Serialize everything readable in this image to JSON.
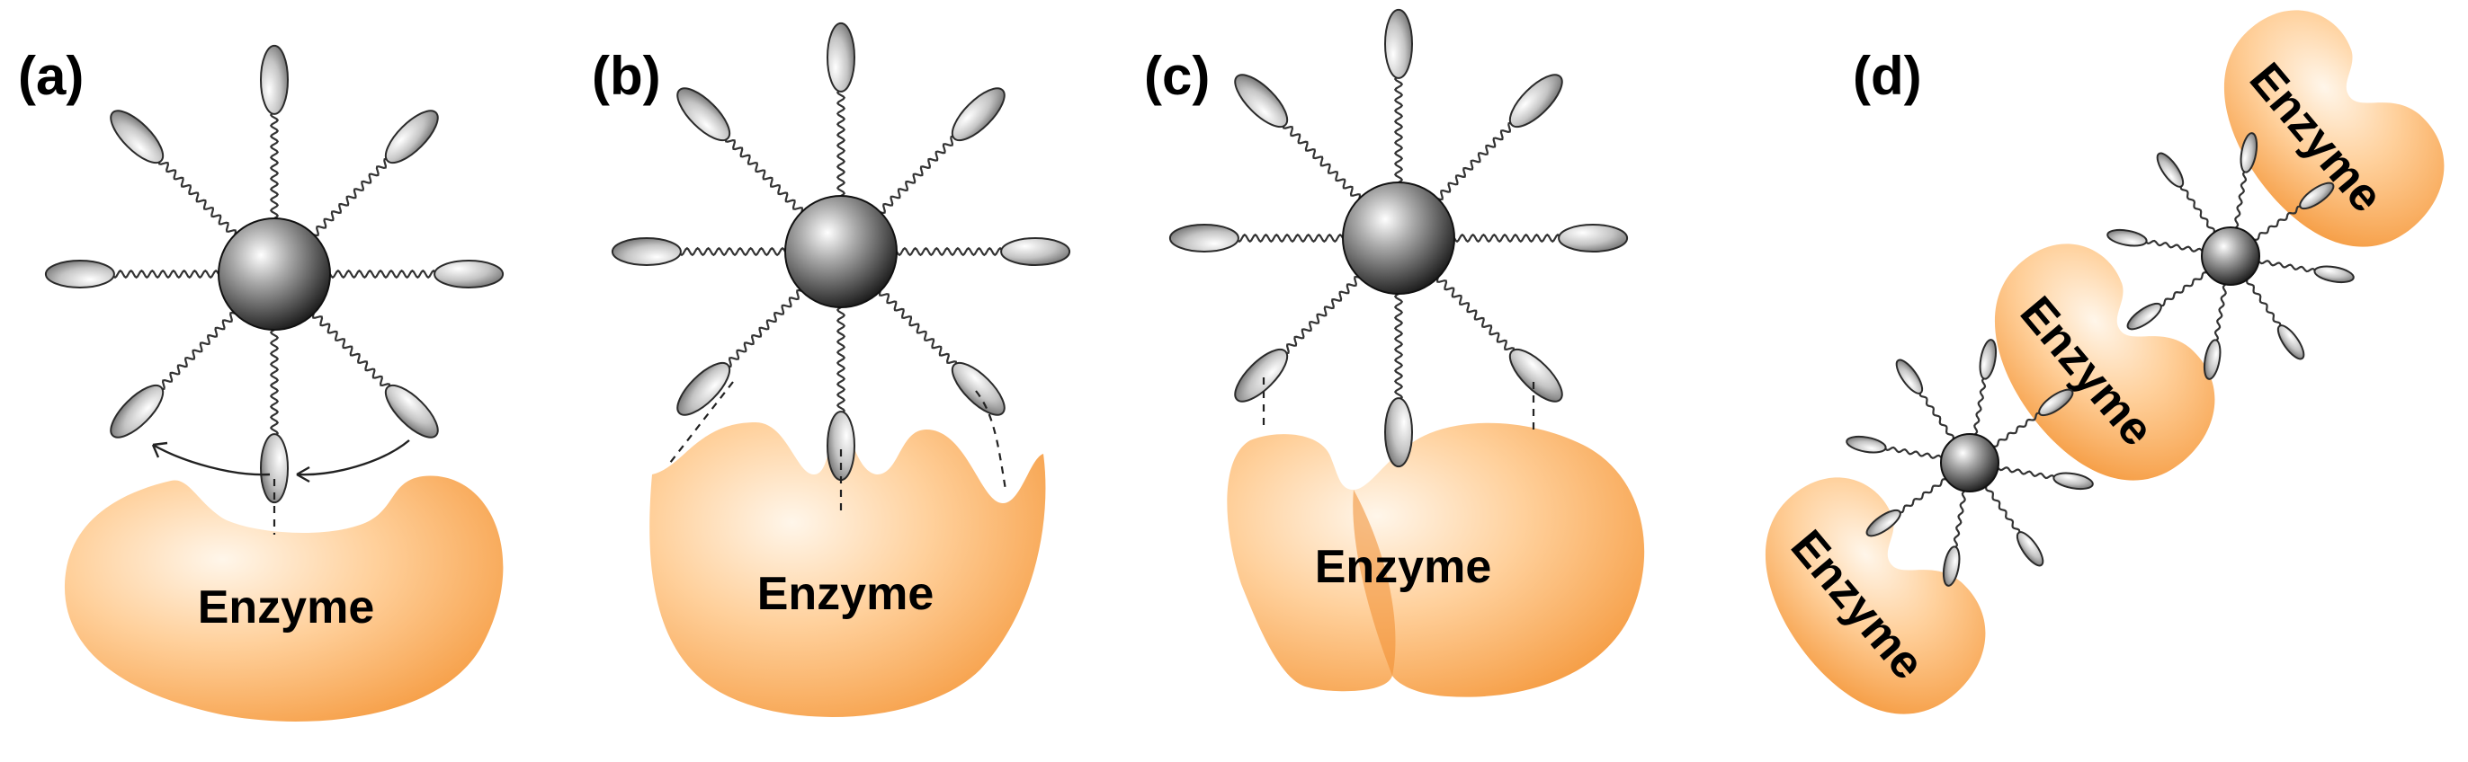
{
  "figure": {
    "panels": [
      {
        "label": "(a)",
        "enzyme_labels": [
          "Enzyme"
        ]
      },
      {
        "label": "(b)",
        "enzyme_labels": [
          "Enzyme"
        ]
      },
      {
        "label": "(c)",
        "enzyme_labels": [
          "Enzyme"
        ]
      },
      {
        "label": "(d)",
        "enzyme_labels": [
          "Enzyme",
          "Enzyme",
          "Enzyme"
        ]
      }
    ]
  },
  "colors": {
    "enzyme_fill": "#f7a14a",
    "enzyme_highlight": "#fff4e6",
    "core_dark": "#1c1c1c",
    "core_light": "#ffffff",
    "ligand_fill": "#c8c8c8",
    "line": "#222222"
  }
}
